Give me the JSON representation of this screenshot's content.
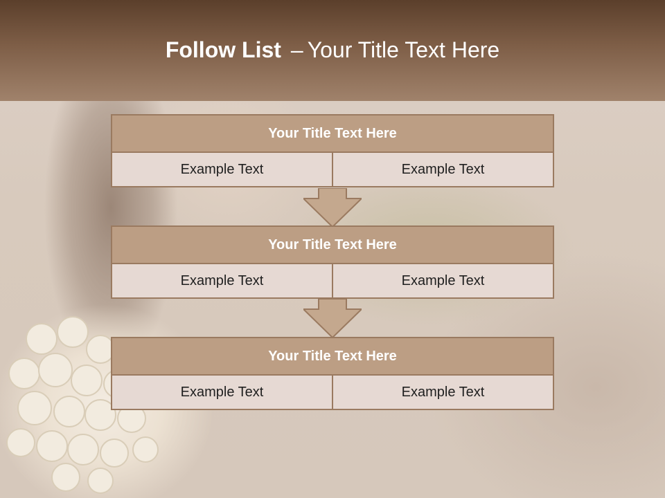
{
  "slide": {
    "title_bold": "Follow List",
    "title_dash": "–",
    "title_rest": "Your Title Text Here"
  },
  "blocks": [
    {
      "title": "Your Title Text Here",
      "left_text": "Example Text",
      "right_text": "Example Text"
    },
    {
      "title": "Your Title Text Here",
      "left_text": "Example Text",
      "right_text": "Example Text"
    },
    {
      "title": "Your Title Text Here",
      "left_text": "Example Text",
      "right_text": "Example Text"
    }
  ],
  "colors": {
    "header_dark": "#5b3f2b",
    "title_fill": "#bc9e84",
    "cell_fill": "#e6d9d3",
    "border": "#9a7a60",
    "arrow_fill": "#c4a88e"
  }
}
